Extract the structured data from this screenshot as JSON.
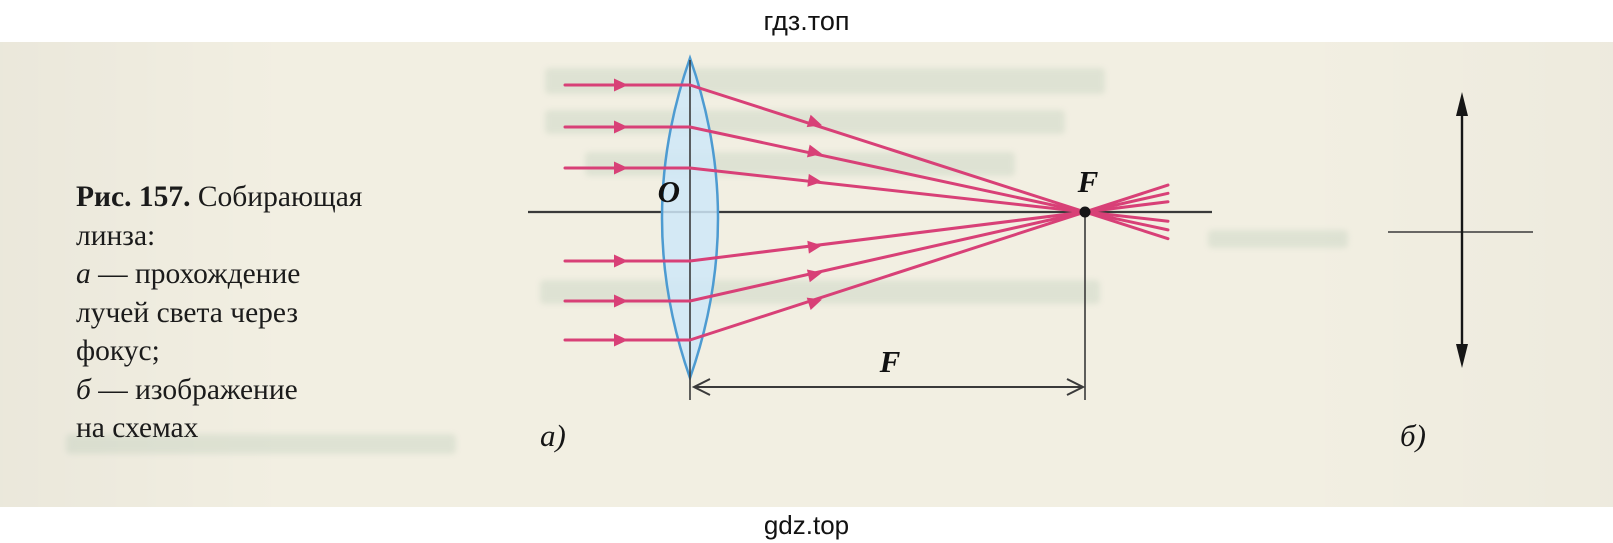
{
  "watermarks": {
    "top": "гдз.топ",
    "bottom": "gdz.top"
  },
  "caption": {
    "fig_label": "Рис. 157.",
    "fig_title_rest": " Собирающая",
    "line2": "линза:",
    "item_a_letter": "а",
    "item_a_rest": " — прохождение",
    "line4": "лучей света через",
    "line5": "фокус;",
    "item_b_letter": "б",
    "item_b_rest": " — изображение",
    "line7": "на схемах"
  },
  "diagram": {
    "lens_center_label": "O",
    "focal_point_label": "F",
    "focal_distance_label": "F",
    "panel_a_label": "а)",
    "panel_b_label": "б)"
  },
  "colors": {
    "ray": "#d84077",
    "lens_fill": "#cfe7f8",
    "lens_stroke": "#4d9bd1",
    "line": "#3a3a3a",
    "page_bg": "#f2efe2"
  }
}
